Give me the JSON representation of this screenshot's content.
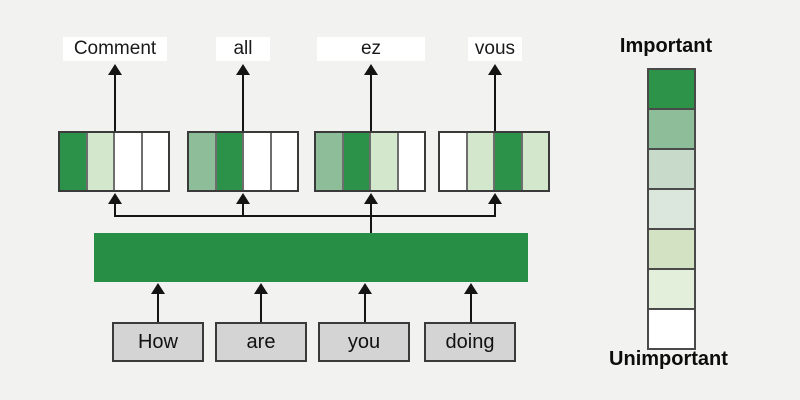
{
  "colors": {
    "background": "#f2f2f0",
    "dark_green": "#2d9249",
    "medium_green": "#8ebd9a",
    "light_green": "#d3e7cc",
    "white": "#ffffff",
    "encoder_green": "#278e46",
    "token_box_gray": "#d4d4d4",
    "line_black": "#141414"
  },
  "output_tokens": [
    "Comment",
    "all",
    "ez",
    "vous"
  ],
  "attention_bars": [
    {
      "token": "Comment",
      "cells": [
        "dark_green",
        "light_green",
        "white",
        "white"
      ]
    },
    {
      "token": "all",
      "cells": [
        "medium_green",
        "dark_green",
        "white",
        "white"
      ]
    },
    {
      "token": "ez",
      "cells": [
        "medium_green",
        "dark_green",
        "light_green",
        "white"
      ]
    },
    {
      "token": "vous",
      "cells": [
        "white",
        "light_green",
        "dark_green",
        "light_green"
      ]
    }
  ],
  "input_tokens": [
    "How",
    "are",
    "you",
    "doing"
  ],
  "legend": {
    "top_label": "Important",
    "bottom_label": "Unimportant",
    "scale_colors": [
      "#2d9348",
      "#8ebd9a",
      "#c8dac9",
      "#dbe6dc",
      "#d2e2c3",
      "#e3eedb",
      "#ffffff"
    ]
  }
}
